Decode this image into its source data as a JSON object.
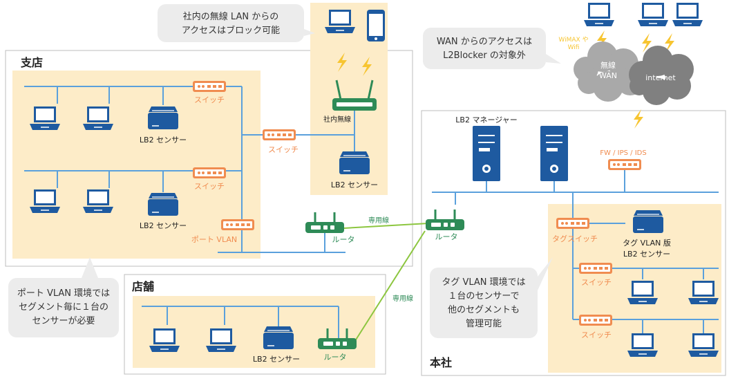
{
  "colors": {
    "device_blue": "#1e5aa0",
    "switch_orange": "#f08c50",
    "router_green": "#2e8b57",
    "line_blue": "#5aa0dc",
    "line_green": "#8cc63f",
    "segment_fill": "#fdecc8",
    "bubble_gray": "#ececec",
    "bolt_yellow": "#f7c531",
    "cloud_gray": "#a9a9a9"
  },
  "areas": {
    "branch": "支店",
    "store": "店舗",
    "hq": "本社"
  },
  "bubbles": {
    "wireless_block": [
      "社内の無線 LAN からの",
      "アクセスはブロック可能"
    ],
    "wan_exempt": [
      "WAN からのアクセスは",
      "L2Blocker の対象外"
    ],
    "port_vlan": [
      "ポート VLAN 環境では",
      "セグメント毎に１台の",
      "センサーが必要"
    ],
    "tag_vlan": [
      "タグ VLAN 環境では",
      "１台のセンサーで",
      "他のセグメントも",
      "管理可能"
    ]
  },
  "labels": {
    "switch": "スイッチ",
    "port_vlan": "ポート VLAN",
    "lb2_sensor": "LB2 センサー",
    "internal_wireless": "社内無線",
    "router": "ルータ",
    "leased_line": "専用線",
    "lb2_manager": "LB2 マネージャー",
    "fw": "FW / IPS / IDS",
    "tag_switch": "タグスイッチ",
    "tag_vlan_sensor": [
      "タグ VLAN 版",
      "LB2 センサー"
    ],
    "wimax": [
      "WiMAX や",
      "Wifi"
    ],
    "wireless_wan": [
      "無線",
      "WAN"
    ],
    "internet": "internet"
  }
}
